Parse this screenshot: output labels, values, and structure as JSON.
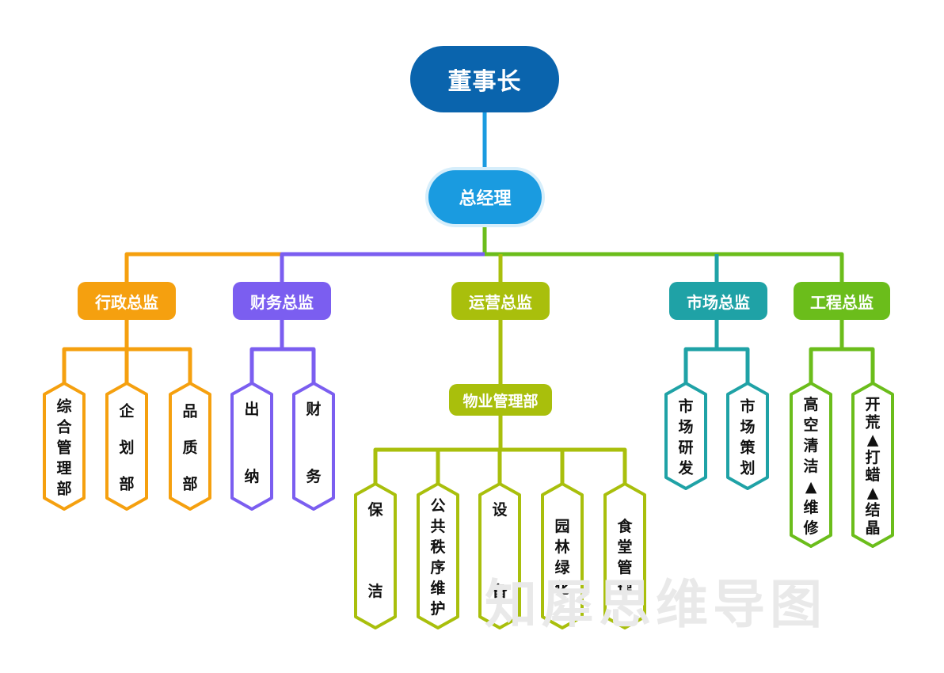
{
  "chairman": "董事长",
  "general_manager": "总经理",
  "colors": {
    "chairman": "#0a64ad",
    "general_manager": "#1a9be0",
    "admin": "#f5a00f",
    "finance": "#7b5ef0",
    "operations": "#a9bf0c",
    "market": "#1fa2a6",
    "engineering": "#6bbd1b"
  },
  "directors": [
    {
      "key": "admin",
      "label": "行政总监",
      "departments": [
        "综合管理部",
        "企划部",
        "品质部"
      ]
    },
    {
      "key": "finance",
      "label": "财务总监",
      "departments": [
        "出纳",
        "财务"
      ]
    },
    {
      "key": "operations",
      "label": "运营总监",
      "sub_unit": "物业管理部",
      "departments": [
        "保洁",
        "公共秩序维护",
        "设备",
        "园林绿化",
        "食堂管理"
      ]
    },
    {
      "key": "market",
      "label": "市场总监",
      "departments": [
        "市场研发",
        "市场策划"
      ]
    },
    {
      "key": "engineering",
      "label": "工程总监",
      "departments": [
        "高空清洁▲维修",
        "开荒▲打蜡▲结晶"
      ]
    }
  ],
  "watermark": "知犀思维导图"
}
